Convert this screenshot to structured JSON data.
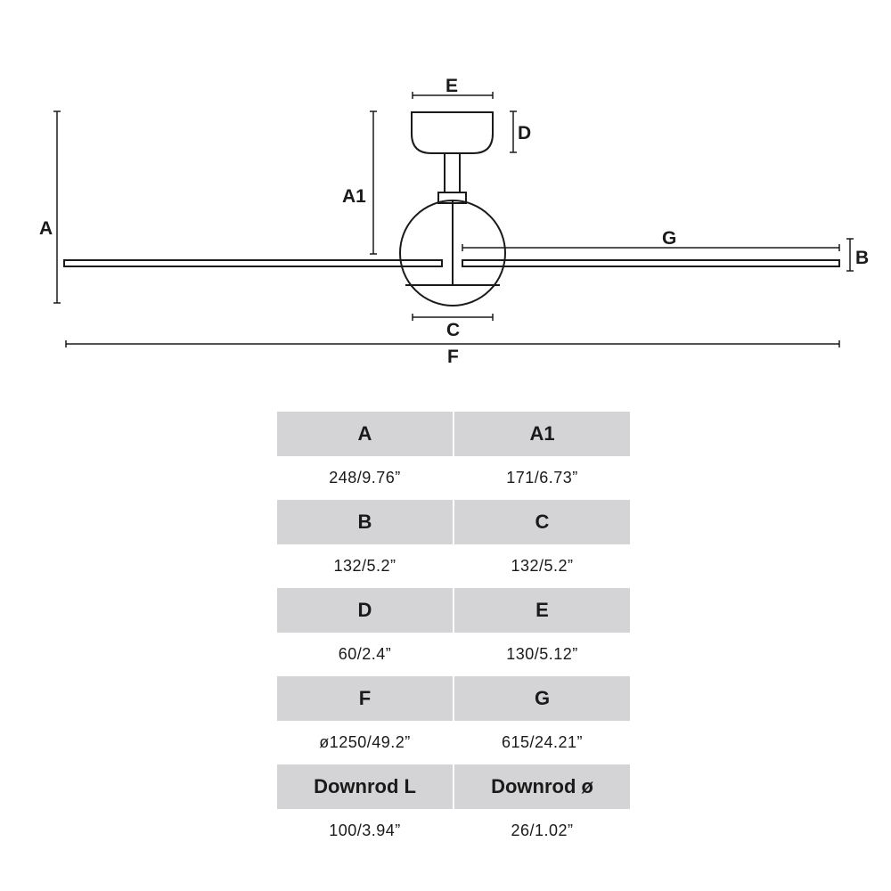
{
  "diagram": {
    "dimension_labels": {
      "A": "A",
      "A1": "A1",
      "B": "B",
      "C": "C",
      "D": "D",
      "E": "E",
      "F": "F",
      "G": "G"
    }
  },
  "spec_table": {
    "rows": [
      {
        "headers": [
          "A",
          "A1"
        ],
        "values": [
          "248/9.76”",
          "171/6.73”"
        ]
      },
      {
        "headers": [
          "B",
          "C"
        ],
        "values": [
          "132/5.2”",
          "132/5.2”"
        ]
      },
      {
        "headers": [
          "D",
          "E"
        ],
        "values": [
          "60/2.4”",
          "130/5.12”"
        ]
      },
      {
        "headers": [
          "F",
          "G"
        ],
        "values": [
          "ø1250/49.2”",
          "615/24.21”"
        ]
      },
      {
        "headers": [
          "Downrod L",
          "Downrod ø"
        ],
        "values": [
          "100/3.94”",
          "26/1.02”"
        ]
      }
    ]
  }
}
